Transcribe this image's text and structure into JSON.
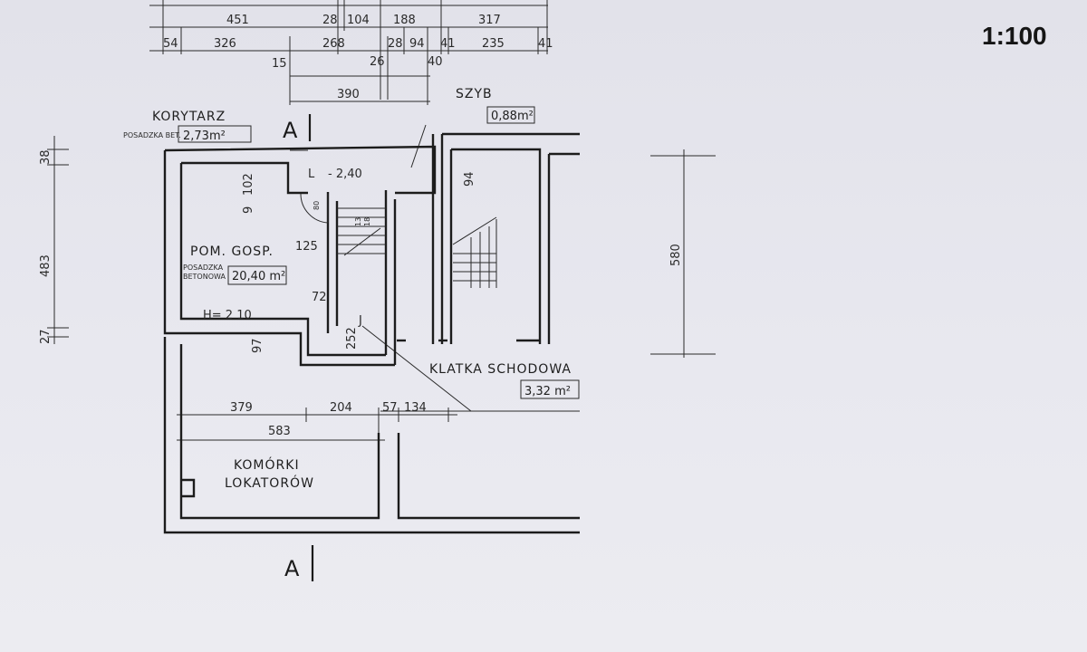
{
  "scale": "1:100",
  "top_dims_row1": [
    "451",
    "28",
    "104",
    "188",
    "317"
  ],
  "top_dims_row2": [
    "54",
    "326",
    "268",
    "28",
    "94",
    "41",
    "235",
    "41"
  ],
  "top_dims_row3": [
    "15",
    "26",
    "40"
  ],
  "top_dims_row4": [
    "390"
  ],
  "left_dims": [
    "38",
    "483",
    "27"
  ],
  "right_dim": "580",
  "section_mark_top": "A",
  "section_mark_bottom": "A",
  "rooms": {
    "korytarz": {
      "name": "KORYTARZ",
      "floor": "POSADZKA BET.",
      "area": "2,73m²"
    },
    "szyb": {
      "name": "SZYB",
      "area": "0,88m²"
    },
    "pom_gosp": {
      "name": "POM. GOSP.",
      "floor_line1": "POSADZKA",
      "floor_line2": "BETONOWA",
      "area": "20,40 m²",
      "height": "H= 2 10"
    },
    "klatka": {
      "name": "KLATKA  SCHODOWA",
      "area": "3,32 m²"
    },
    "komorki": {
      "line1": "KOMÓRKI",
      "line2": "LOKATORÓW"
    }
  },
  "level_mark": "- 2,40",
  "level_letters": [
    "L",
    "J"
  ],
  "inner_dims": [
    "102",
    "9",
    "125",
    "72",
    "97",
    "252",
    "94",
    "80",
    "13",
    "18"
  ],
  "bottom_dims_row1": [
    "379",
    "204",
    "57",
    "134"
  ],
  "bottom_dims_row2": [
    "583"
  ]
}
